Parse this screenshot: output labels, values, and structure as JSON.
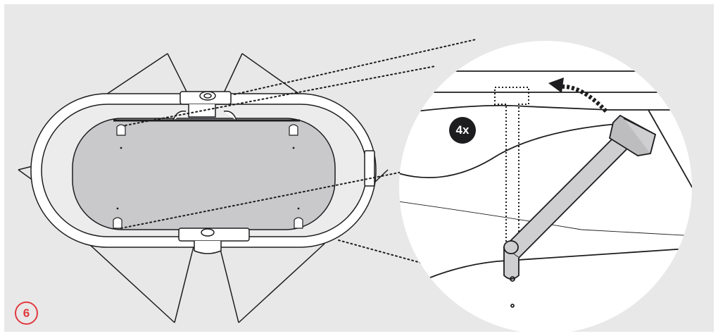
{
  "step": {
    "number": "6"
  },
  "callout": {
    "quantity": "4x"
  },
  "colors": {
    "accent": "#e03a3e",
    "background": "#e8e8e9",
    "line": "#1d1d1f",
    "fabric": "#c9c9cb"
  },
  "icons": [
    "bassinet-top-view",
    "support-rod-detail",
    "rotate-arrow-icon"
  ]
}
